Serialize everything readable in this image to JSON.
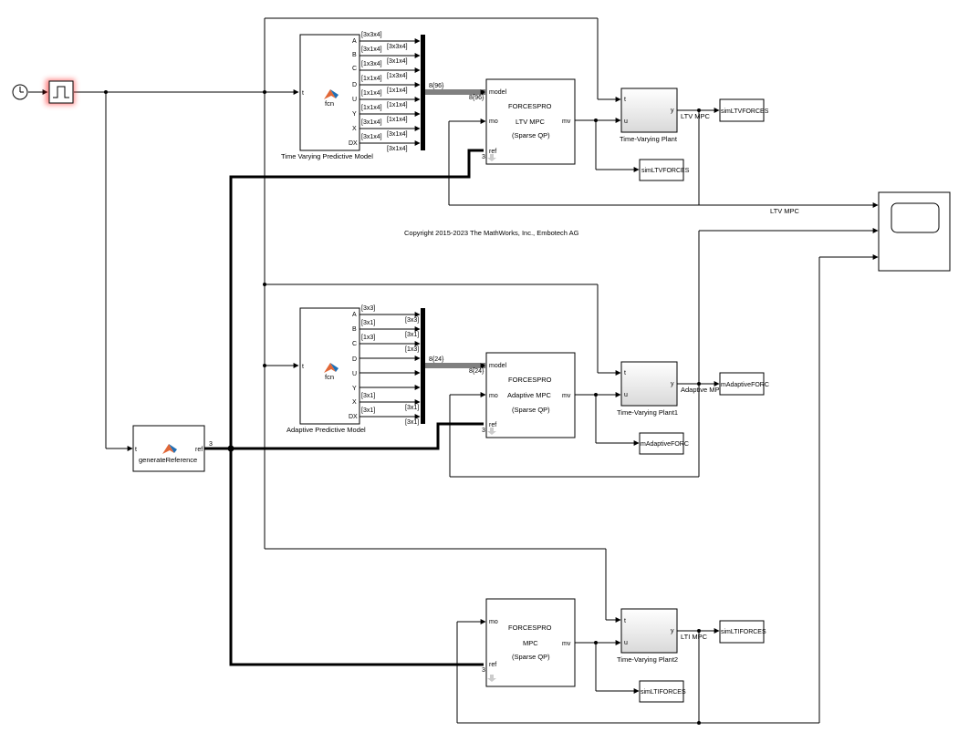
{
  "copyright": "Copyright 2015-2023 The MathWorks, Inc., Embotech AG",
  "top_model": {
    "label": "Time Varying Predictive Model",
    "fcn": "fcn",
    "in_port": "t",
    "out_ports": [
      "A",
      "B",
      "C",
      "D",
      "U",
      "Y",
      "X",
      "DX"
    ],
    "dims_top": [
      "[3x3x4]",
      "[3x1x4]",
      "[1x3x4]",
      "[1x1x4]",
      "[1x1x4]",
      "[1x1x4]",
      "[3x1x4]",
      "[3x1x4]"
    ],
    "dims_bottom": [
      "[3x3x4]",
      "[3x1x4]",
      "[1x3x4]",
      "[1x1x4]",
      "[1x1x4]",
      "[1x1x4]",
      "[3x1x4]",
      "[3x1x4]"
    ],
    "bus_top": "8{96}",
    "bus_bottom": "8{96}"
  },
  "mid_model": {
    "label": "Adaptive Predictive Model",
    "fcn": "fcn",
    "in_port": "t",
    "out_ports": [
      "A",
      "B",
      "C",
      "D",
      "U",
      "Y",
      "X",
      "DX"
    ],
    "dims_top": [
      "[3x3]",
      "[3x1]",
      "[1x3]",
      "",
      "",
      "",
      "[3x1]",
      "[3x1]"
    ],
    "dims_bottom": [
      "[3x3]",
      "[3x1]",
      "[1x3]",
      "",
      "",
      "",
      "[3x1]",
      "[3x1]"
    ],
    "bus_top": "8{24}",
    "bus_bottom": "8{24}"
  },
  "mpc_blocks": [
    {
      "line1": "FORCESPRO",
      "line2": "LTV MPC",
      "line3": "(Sparse QP)",
      "in_model": "model",
      "in_mo": "mo",
      "in_ref": "ref",
      "out_mv": "mv",
      "ref_dim": "3"
    },
    {
      "line1": "FORCESPRO",
      "line2": "Adaptive MPC",
      "line3": "(Sparse QP)",
      "in_model": "model",
      "in_mo": "mo",
      "in_ref": "ref",
      "out_mv": "mv",
      "ref_dim": "3"
    },
    {
      "line1": "FORCESPRO",
      "line2": "MPC",
      "line3": "(Sparse QP)",
      "in_mo": "mo",
      "in_ref": "ref",
      "out_mv": "mv",
      "ref_dim": "3"
    }
  ],
  "plants": [
    {
      "label": "Time-Varying Plant",
      "in_t": "t",
      "in_u": "u",
      "out_y": "y",
      "signal": "LTV MPC"
    },
    {
      "label": "Time-Varying Plant1",
      "in_t": "t",
      "in_u": "u",
      "out_y": "y",
      "signal": "Adaptive MPC"
    },
    {
      "label": "Time-Varying Plant2",
      "in_t": "t",
      "in_u": "u",
      "out_y": "y",
      "signal": "LTI MPC"
    }
  ],
  "ws_y": [
    "simLTVFORCES",
    "mAdaptiveFORC",
    "simLTIFORCES"
  ],
  "ws_u": [
    "simLTVFORCES",
    "mAdaptiveFORC",
    "simLTIFORCES"
  ],
  "scope_signal": "LTV MPC",
  "ref_block": {
    "label": "generateReference",
    "in_port": "t",
    "out_port": "ref",
    "out_dim": "3"
  },
  "colors": {
    "highlight": "#ff3333",
    "bus": "#000000",
    "block_fill": "#ffffff",
    "matlab_icon": "#e16737"
  }
}
